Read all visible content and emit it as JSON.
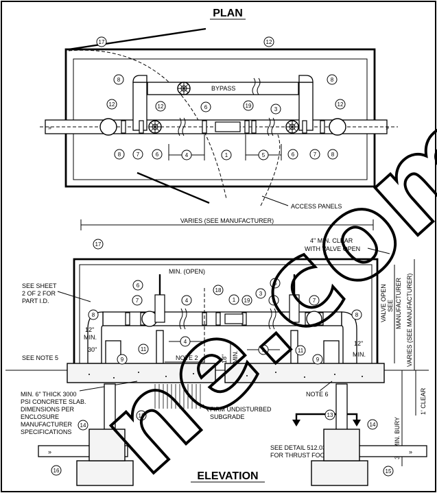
{
  "titles": {
    "plan": "PLAN",
    "elevation": "ELEVATION"
  },
  "notes": {
    "bypass": "BYPASS",
    "access_panels": "ACCESS PANELS",
    "varies_see_mfr": "VARIES (SEE MANUFACTURER)",
    "min_clear_1": "4\" MIN. CLEAR",
    "min_clear_2": "WITH VALVE OPEN",
    "valve_open": "VALVE OPEN",
    "see": "SEE",
    "manufacturer": "MANUFACTURER",
    "vertical_varies": "VARIES (SEE MANUFACTURER)",
    "min_open": "MIN. (OPEN)",
    "see_sheet_1": "SEE SHEET",
    "see_sheet_2": "2 OF 2 FOR",
    "see_sheet_3": "PART I.D.",
    "twelve_in": "12\"",
    "min": "MIN.",
    "dim_30": "30\"",
    "see_note_5": "SEE NOTE 5",
    "note_2": "NOTE 2",
    "dim_18": "18\"",
    "dim_18_min": "MIN.",
    "note_6": "NOTE 6",
    "slab_1": "MIN. 6\" THICK 3000",
    "slab_2": "PSI CONCRETE SLAB.",
    "slab_3": "DIMENSIONS PER",
    "slab_4": "ENCLOSURE",
    "slab_5": "MANUFACTURER",
    "slab_6": "SPECIFICATIONS",
    "firm_1": "FIRM UNDISTURBED",
    "firm_2": "SUBGRADE",
    "detail_1": "SEE DETAIL 512.03",
    "detail_2": "FOR THRUST FOOTING",
    "bury_36": "36\" MIN. BURY",
    "clear_1": "1' CLEAR"
  },
  "parts": {
    "p1": "1",
    "p3": "3",
    "p4": "4",
    "p5": "5",
    "p6": "6",
    "p7": "7",
    "p8": "8",
    "p9": "9",
    "p11": "11",
    "p12": "12",
    "p13": "13",
    "p14": "14",
    "p15": "15",
    "p16": "16",
    "p17": "17",
    "p18": "18",
    "p19": "19"
  },
  "watermark": "ne.com",
  "colors": {
    "line": "#000000",
    "background": "#ffffff",
    "concrete": "#f4f4f4"
  }
}
